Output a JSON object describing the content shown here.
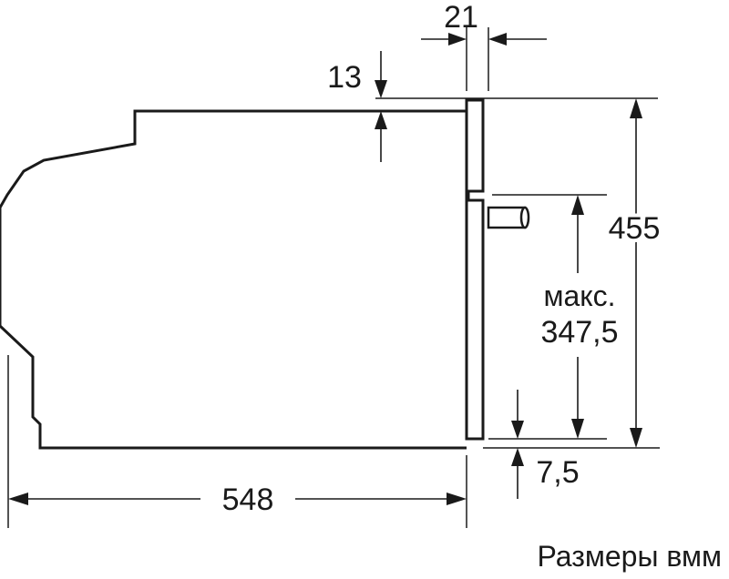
{
  "dimensions": {
    "depth_total": "548",
    "height_total": "455",
    "front_panel_thickness": "21",
    "top_gap": "13",
    "max_label": "макс.",
    "max_height": "347,5",
    "bottom_gap": "7,5"
  },
  "caption": "Размеры вмм",
  "colors": {
    "ink": "#1a1a1a",
    "background": "#ffffff"
  }
}
